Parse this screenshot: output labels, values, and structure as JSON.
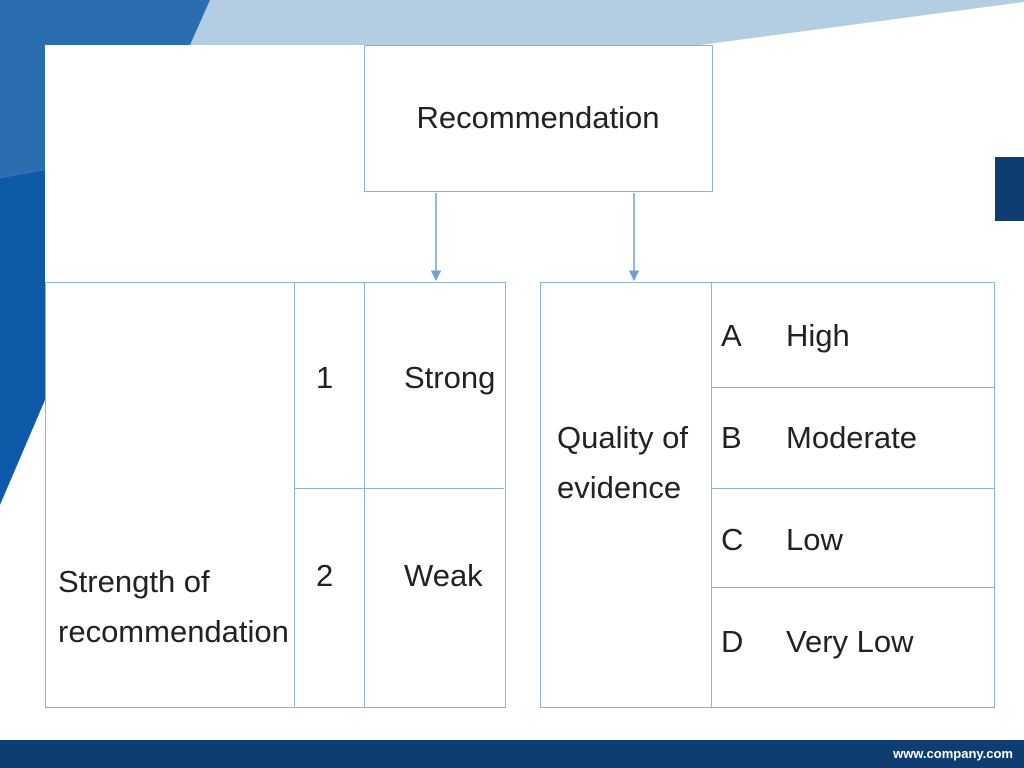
{
  "slide": {
    "colors": {
      "accent_dark": "#0f3d72",
      "accent_mid": "#2b6eb0",
      "accent_light": "#b3cde3",
      "line": "#8fb4db"
    },
    "footer_url": "www.company.com"
  },
  "diagram": {
    "root": "Recommendation",
    "strength": {
      "label_line1": "Strength of",
      "label_line2": "recommendation",
      "rows": [
        {
          "code": "1",
          "label": "Strong"
        },
        {
          "code": "2",
          "label": "Weak"
        }
      ]
    },
    "quality": {
      "label_line1": "Quality of",
      "label_line2": "evidence",
      "rows": [
        {
          "code": "A",
          "label": "High"
        },
        {
          "code": "B",
          "label": "Moderate"
        },
        {
          "code": "C",
          "label": "Low"
        },
        {
          "code": "D",
          "label": "Very Low"
        }
      ]
    }
  }
}
